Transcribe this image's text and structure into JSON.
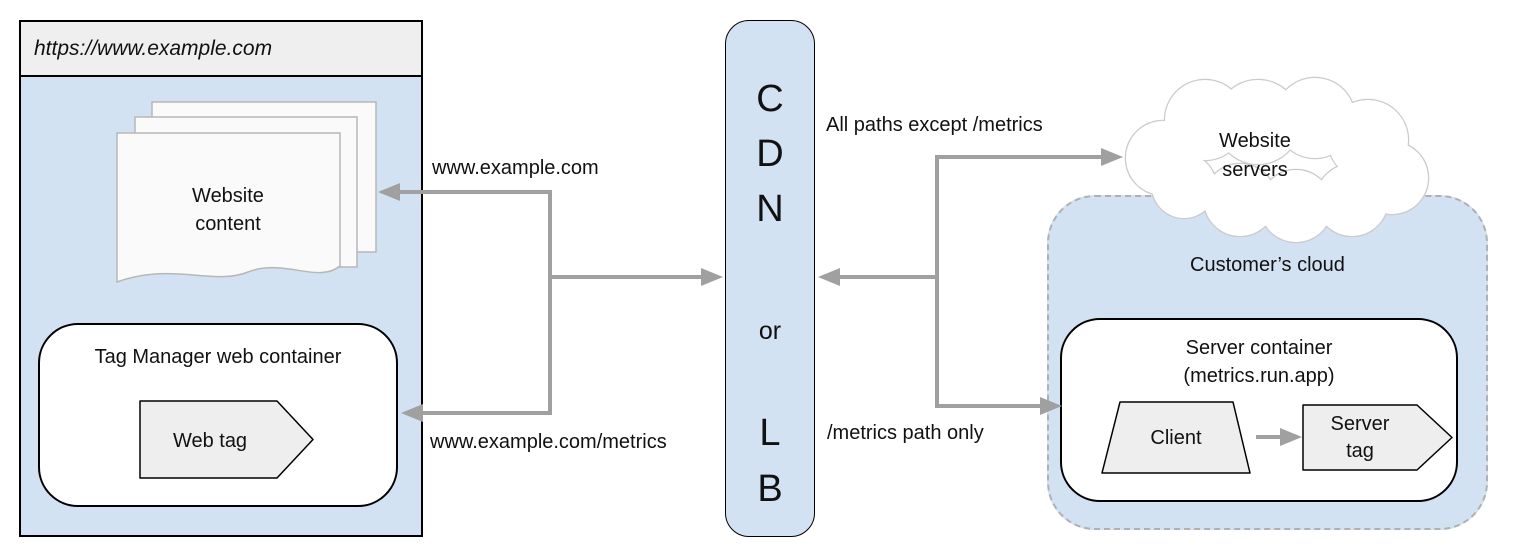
{
  "browser": {
    "title": "https://www.example.com",
    "website_content_label": "Website content",
    "tag_manager_title": "Tag Manager web container",
    "web_tag_label": "Web tag"
  },
  "cdn_lb": {
    "lines": [
      "C",
      "D",
      "N",
      "or",
      "L",
      "B"
    ]
  },
  "arrow_labels": {
    "to_website_content": "www.example.com",
    "to_tag_manager": "www.example.com/metrics",
    "to_website_servers": "All paths except /metrics",
    "to_server_container": "/metrics path only"
  },
  "website_servers": {
    "label": "Website servers"
  },
  "customer_cloud": {
    "label": "Customer’s cloud",
    "server_container_title": "Server container",
    "server_container_subtitle": "(metrics.run.app)",
    "client_label": "Client",
    "server_tag_label": "Server tag"
  },
  "colors": {
    "panel_blue": "#d2e2f3",
    "arrow_gray": "#a0a0a0",
    "shape_gray": "#eeeeee",
    "titlebar_gray": "#efefef",
    "cloud_outline": "#cbcbcb",
    "dashed_border": "#b0b0b0"
  }
}
